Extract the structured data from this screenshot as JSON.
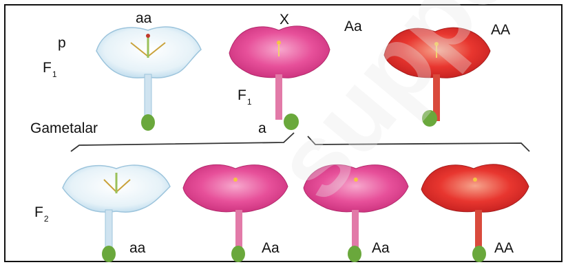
{
  "labels": {
    "p": "p",
    "f1_left": "F",
    "f1_left_sub": "1",
    "f1_mid": "F",
    "f1_mid_sub": "1",
    "f2": "F",
    "f2_sub": "2",
    "gametes": "Gametalar",
    "gamete_a": "a",
    "cross": "X"
  },
  "parents": [
    {
      "genotype": "aa",
      "color": "white"
    },
    {
      "genotype": "Aa",
      "color": "pink"
    },
    {
      "genotype": "AA",
      "color": "red"
    }
  ],
  "offspring": [
    {
      "genotype": "aa",
      "color": "white"
    },
    {
      "genotype": "Aa",
      "color": "pink"
    },
    {
      "genotype": "Aa",
      "color": "pink"
    },
    {
      "genotype": "AA",
      "color": "red"
    }
  ],
  "colors": {
    "white_petal": "#e6f2f8",
    "white_edge": "#9cc4dc",
    "pink_petal": "#e7509a",
    "pink_center": "#f7a8cd",
    "red_petal": "#e8362f",
    "red_center": "#f6a48c",
    "sepal": "#6aa83c",
    "line": "#333333"
  },
  "watermark": "support.az"
}
